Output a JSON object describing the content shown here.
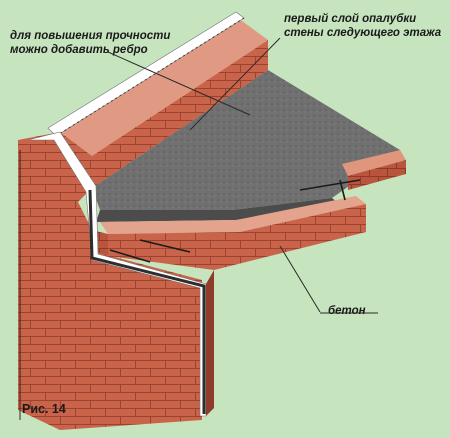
{
  "labels": {
    "rib_line1": "для повышения прочности",
    "rib_line2": "можно добавить ребро",
    "formwork_line1": "первый слой опалубки",
    "formwork_line2": "стены следующего этажа",
    "concrete": "бетон",
    "figure": "Рис. 14"
  },
  "colors": {
    "background": "#c6e5bf",
    "brick": "#c9634a",
    "brick_top": "#e0957d",
    "concrete": "#6f6f6f",
    "insulation": "#ffffff"
  }
}
